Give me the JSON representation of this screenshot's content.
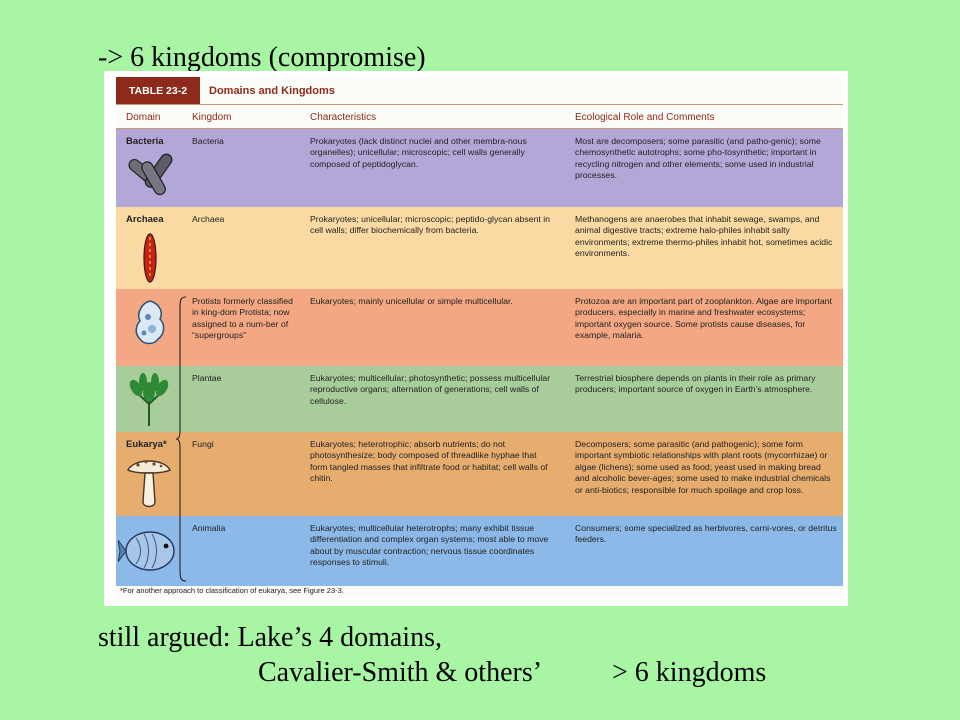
{
  "slide": {
    "title": "-> 6 kingdoms (compromise)",
    "bottom_line1": "still argued: Lake’s 4 domains,",
    "bottom_line2": "Cavalier-Smith & others’",
    "bottom_line2b": "> 6 kingdoms"
  },
  "table": {
    "label": "TABLE 23-2",
    "title": "Domains and Kingdoms",
    "headers": [
      "Domain",
      "Kingdom",
      "Characteristics",
      "Ecological Role and Comments"
    ],
    "rows": [
      {
        "domain": "Bacteria",
        "kingdom": "Bacteria",
        "characteristics": "Prokaryotes (lack distinct nuclei and other membra-nous organelles); unicellular; microscopic; cell walls generally composed of peptidoglycan.",
        "ecology": "Most are decomposers; some parasitic (and patho-genic); some chemosynthetic autotrophs; some pho-tosynthetic; important in recycling nitrogen and other elements; some used in industrial processes.",
        "color": "#b3a7d8"
      },
      {
        "domain": "Archaea",
        "kingdom": "Archaea",
        "characteristics": "Prokaryotes; unicellular; microscopic; peptido-glycan absent in cell walls; differ biochemically from bacteria.",
        "ecology": "Methanogens are anaerobes that inhabit sewage, swamps, and animal digestive tracts; extreme halo-philes inhabit salty environments; extreme thermo-philes inhabit hot, sometimes acidic environments.",
        "color": "#fbd9a2"
      },
      {
        "domain": "",
        "kingdom": "Protists formerly classified in king-dom Protista; now assigned to a num-ber of “supergroups”",
        "characteristics": "Eukaryotes; mainly unicellular or simple multicellular.",
        "ecology": "Protozoa are an important part of zooplankton. Algae are important producers, especially in marine and freshwater ecosystems; important oxygen source. Some protists cause diseases, for example, malaria.",
        "color": "#f3a783"
      },
      {
        "domain": "",
        "kingdom": "Plantae",
        "characteristics": "Eukaryotes; multicellular; photosynthetic; possess multicellular reproductive organs; alternation of generations; cell walls of cellulose.",
        "ecology": "Terrestrial biosphere depends on plants in their role as primary producers; important source of oxygen in Earth’s atmosphere.",
        "color": "#a9cd9a"
      },
      {
        "domain": "Eukarya*",
        "kingdom": "Fungi",
        "characteristics": "Eukaryotes; heterotrophic; absorb nutrients; do not photosynthesize; body composed of threadlike hyphae that form tangled masses that infiltrate food or habitat; cell walls of chitin.",
        "ecology": "Decomposers; some parasitic (and pathogenic); some form important symbiotic relationships with plant roots (mycorrhizae) or algae (lichens); some used as food; yeast used in making bread and alcoholic bever-ages; some used to make industrial chemicals or anti-biotics; responsible for much spoilage and crop loss.",
        "color": "#e6ad6f"
      },
      {
        "domain": "",
        "kingdom": "Animalia",
        "characteristics": "Eukaryotes; multicellular heterotrophs; many exhibit tissue differentiation and complex organ systems; most able to move about by muscular contraction; nervous tissue coordinates responses to stimuli.",
        "ecology": "Consumers; some specialized as herbivores, carni-vores, or detritus feeders.",
        "color": "#8db9e8"
      }
    ],
    "footnote": "*For another approach to classification of eukarya, see Figure 23-3."
  }
}
